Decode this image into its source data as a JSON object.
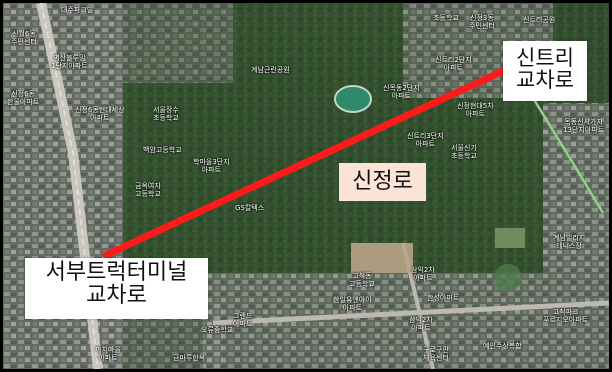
{
  "map": {
    "route_color": "#ff1a1a",
    "route_name": "신정로",
    "start_label_lines": [
      "서부트럭터미널",
      "교차로"
    ],
    "end_label_lines": [
      "신트리",
      "교차로"
    ]
  },
  "place_labels": [
    "대주파크빌",
    "신월6동\n주민센터",
    "벽산블루밍\n1단지아파트",
    "신정6동\n한울아파트",
    "신정6동현대세상\n아파트",
    "서울장수\n초등학교",
    "계남근린공원",
    "초등학교",
    "신정3동\n주민센터",
    "신트리공원",
    "신트리2단지\n아파트",
    "신목동2단지\n아파트",
    "신정현대5차\n아파트",
    "목동신시가지\n13단지아파트",
    "백암고등학교",
    "학마을3단지\n아파트",
    "금옥여자\n고등학교",
    "GS칼텍스",
    "신트리3단지\n아파트",
    "서울신기\n초등학교",
    "계남빌리지\n테니스장",
    "고척동\n고등학교",
    "삼익2차\n아파트",
    "한일유앤아이\n아파트",
    "한성아파트",
    "그랜드\n아파트",
    "오류중학교",
    "삼익2차\n아파트",
    "예인주상복합",
    "고척파크\n푸르지오아파트",
    "까치마을\n아파트",
    "금마루한옥",
    "구로구민\n체육센터"
  ]
}
